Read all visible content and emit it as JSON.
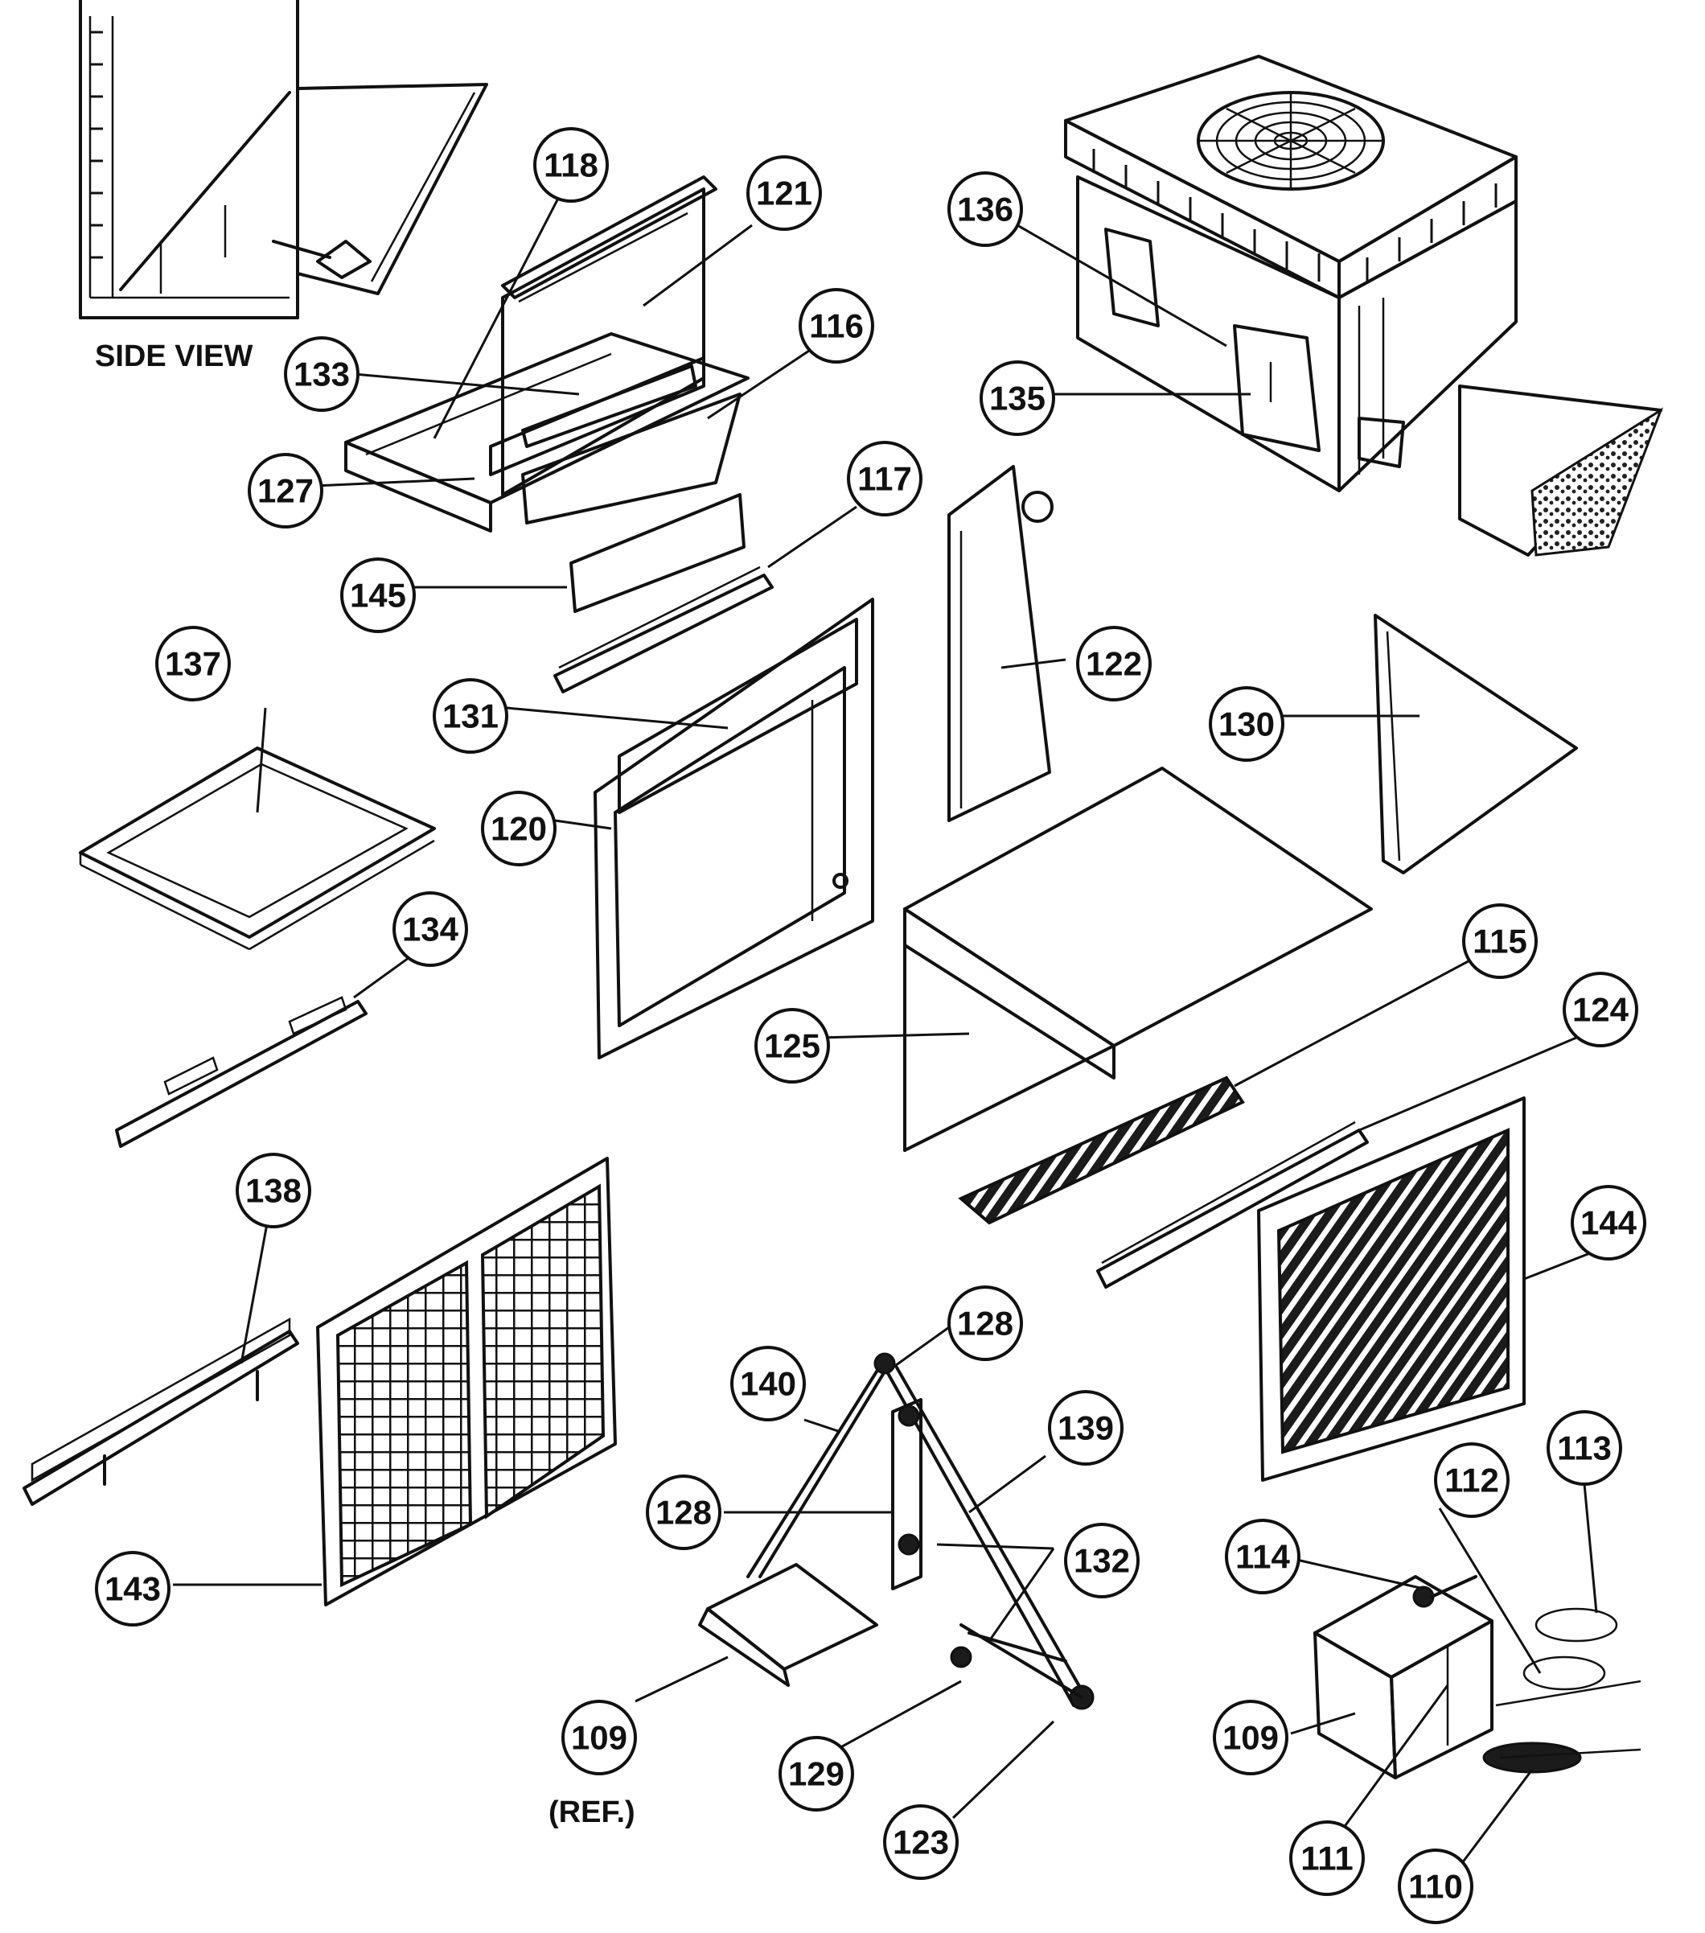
{
  "captions": {
    "side_view": "SIDE VIEW",
    "ref": "(REF.)"
  },
  "callouts": [
    {
      "id": "c118",
      "label": "118"
    },
    {
      "id": "c121",
      "label": "121"
    },
    {
      "id": "c116",
      "label": "116"
    },
    {
      "id": "c133",
      "label": "133"
    },
    {
      "id": "c127",
      "label": "127"
    },
    {
      "id": "c145",
      "label": "145"
    },
    {
      "id": "c117",
      "label": "117"
    },
    {
      "id": "c136",
      "label": "136"
    },
    {
      "id": "c135",
      "label": "135"
    },
    {
      "id": "c122",
      "label": "122"
    },
    {
      "id": "c130",
      "label": "130"
    },
    {
      "id": "c137",
      "label": "137"
    },
    {
      "id": "c131",
      "label": "131"
    },
    {
      "id": "c120",
      "label": "120"
    },
    {
      "id": "c134",
      "label": "134"
    },
    {
      "id": "c125",
      "label": "125"
    },
    {
      "id": "c115",
      "label": "115"
    },
    {
      "id": "c124",
      "label": "124"
    },
    {
      "id": "c144",
      "label": "144"
    },
    {
      "id": "c138",
      "label": "138"
    },
    {
      "id": "c143",
      "label": "143"
    },
    {
      "id": "c128a",
      "label": "128"
    },
    {
      "id": "c140",
      "label": "140"
    },
    {
      "id": "c139",
      "label": "139"
    },
    {
      "id": "c128b",
      "label": "128"
    },
    {
      "id": "c132",
      "label": "132"
    },
    {
      "id": "c109a",
      "label": "109"
    },
    {
      "id": "c129",
      "label": "129"
    },
    {
      "id": "c123",
      "label": "123"
    },
    {
      "id": "c113",
      "label": "113"
    },
    {
      "id": "c112",
      "label": "112"
    },
    {
      "id": "c114",
      "label": "114"
    },
    {
      "id": "c109b",
      "label": "109"
    },
    {
      "id": "c111",
      "label": "111"
    },
    {
      "id": "c110",
      "label": "110"
    }
  ]
}
